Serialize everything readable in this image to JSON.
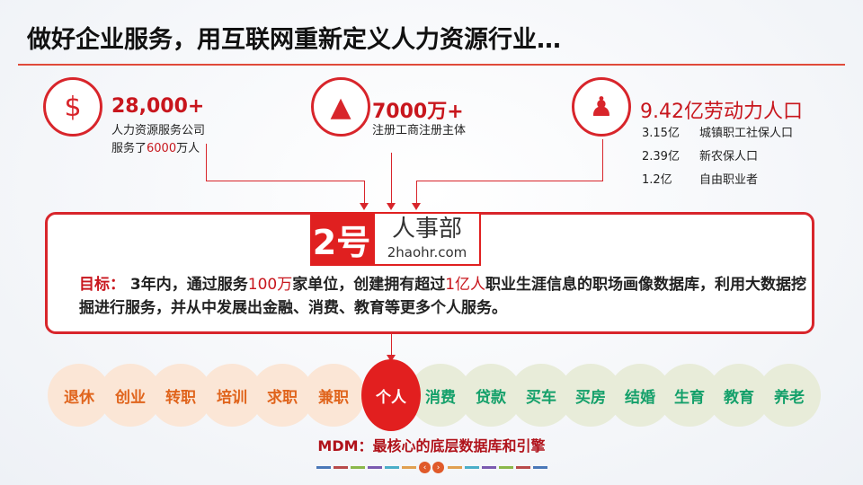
{
  "title": "做好企业服务，用互联网重新定义人力资源行业…",
  "stats": [
    {
      "value": "28,000+",
      "line1": "人力资源服务公司",
      "line2_pre": "服务了",
      "line2_hl": "6000",
      "line2_post": "万人",
      "icon": "monitor-money-icon"
    },
    {
      "value": "7000万+",
      "line1": "注册工商注册主体",
      "icon": "phone-chart-icon"
    },
    {
      "value": "9.42亿劳动力人口",
      "rows": [
        {
          "num": "3.15亿",
          "label": "城镇职工社保人口"
        },
        {
          "num": "2.39亿",
          "label": "新农保人口"
        },
        {
          "num": "1.2亿",
          "label": "自由职业者"
        }
      ],
      "icon": "people-group-icon"
    }
  ],
  "logo": {
    "mark": "2号",
    "name": "人事部",
    "url": "2haohr.com"
  },
  "goal": {
    "label": "目标：",
    "t1": "3年内，通过服务",
    "h1": "100万",
    "t2": "家单位，创建拥有超过",
    "h2": "1亿人",
    "t3": "职业生涯信息的职场画像数据库，利用大数据挖掘进行服务，并从中发展出金融、消费、教育等更多个人服务。"
  },
  "left_items": [
    "退休",
    "创业",
    "转职",
    "培训",
    "求职",
    "兼职"
  ],
  "center_item": "个人",
  "right_items": [
    "消费",
    "贷款",
    "买车",
    "买房",
    "结婚",
    "生育",
    "教育",
    "养老"
  ],
  "mdm": "MDM：最核心的底层数据库和引擎",
  "pager": {
    "prev": "‹",
    "next": "›"
  }
}
